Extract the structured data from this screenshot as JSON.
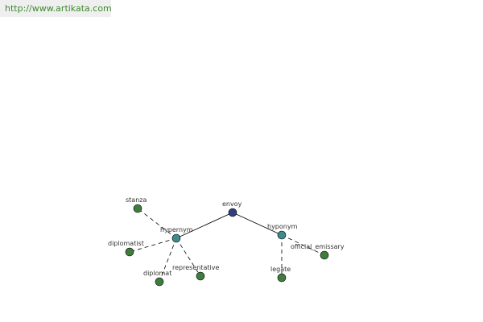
{
  "header": {
    "url": "http://www.artikata.com"
  },
  "colors": {
    "root_node": "#2e3f86",
    "relation_node": "#3f8a8a",
    "leaf_node": "#3f7d3f",
    "url_text": "#3d8a2e"
  },
  "graph": {
    "root": {
      "id": "envoy",
      "label": "envoy"
    },
    "relations": [
      {
        "id": "hypernym",
        "label": "hypernym"
      },
      {
        "id": "hyponym",
        "label": "hyponym"
      }
    ],
    "leaves": [
      {
        "id": "stanza",
        "label": "stanza",
        "parent": "hypernym"
      },
      {
        "id": "diplomatist",
        "label": "diplomatist",
        "parent": "hypernym"
      },
      {
        "id": "diplomat",
        "label": "diplomat",
        "parent": "hypernym"
      },
      {
        "id": "representative",
        "label": "representative",
        "parent": "hypernym"
      },
      {
        "id": "legate",
        "label": "legate",
        "parent": "hyponym"
      },
      {
        "id": "official_emissary",
        "label": "official_emissary",
        "parent": "hyponym"
      }
    ]
  }
}
